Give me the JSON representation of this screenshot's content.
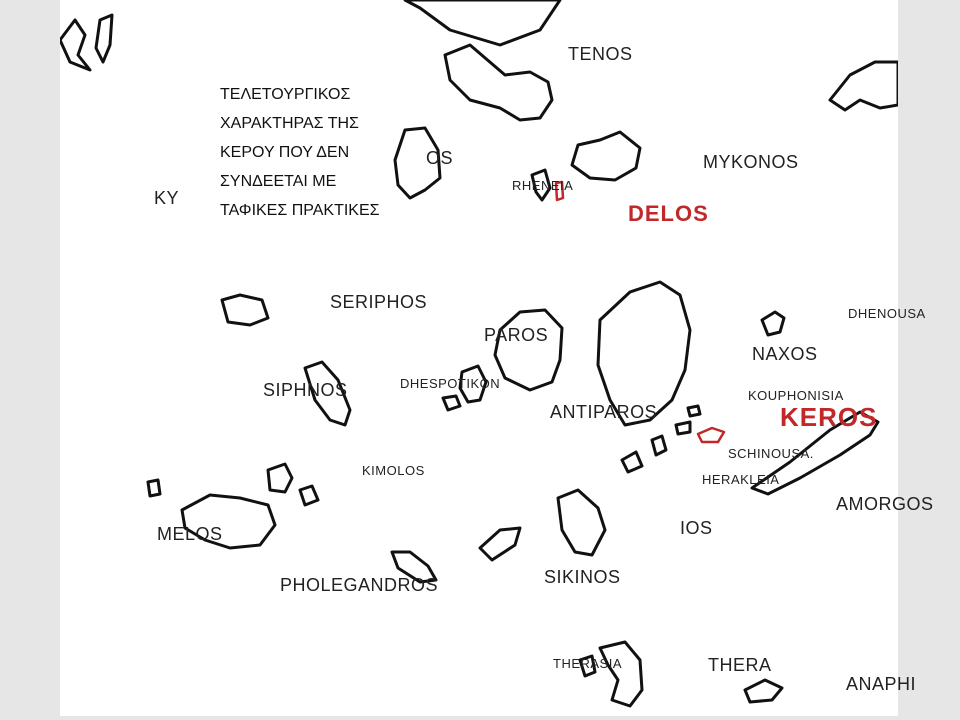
{
  "note": {
    "lines": [
      "ΤΕΛΕΤΟΥΡΓΙΚΟΣ",
      "ΧΑΡΑΚΤΗΡΑΣ ΤΗΣ",
      "ΚΕΡΟΥ ΠΟΥ ΔΕΝ",
      "ΣΥΝΔΕΕΤΑΙ ΜΕ",
      "ΤΑΦΙΚΕΣ ΠΡΑΚΤΙΚΕΣ"
    ]
  },
  "labels": {
    "tenos": "TENOS",
    "mykonos": "MYKONOS",
    "rheneia": "RHENEIA",
    "delos": "DELOS",
    "os_partial": "OS",
    "ky_partial": "KY",
    "seriphos": "SERIPHOS",
    "paros": "PAROS",
    "naxos": "NAXOS",
    "dhenousa": "DHENOUSA",
    "siphnos": "SIPHNOS",
    "dhespotikon": "DHESPOTIKON",
    "antiparos": "ANTIPAROS",
    "kouphonisia": "KOUPHONISIA",
    "keros": "KEROS",
    "schinousa": "SCHINOUSA.",
    "herakleia": "HERAKLEIA",
    "amorgos": "AMORGOS",
    "kimolos": "KIMOLOS",
    "melos": "MELOS",
    "ios": "IOS",
    "pholegandros": "PHOLEGANDROS",
    "sikinos": "SIKINOS",
    "therasia": "THERASIA",
    "thera": "THERA",
    "anaphi": "ANAPHI"
  },
  "colors": {
    "highlight": "#c0282a",
    "outline": "#111111",
    "panel": "#ffffff",
    "frame": "#e6e6e6"
  }
}
